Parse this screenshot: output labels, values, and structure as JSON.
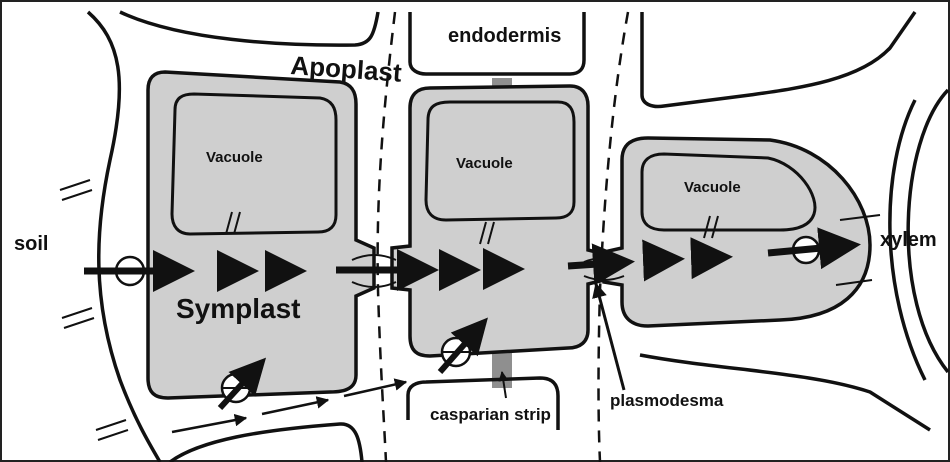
{
  "labels": {
    "endodermis": "endodermis",
    "apoplast": "Apoplast",
    "soil": "soil",
    "xylem": "xylem",
    "symplast": "Symplast",
    "vacuole_1": "Vacuole",
    "vacuole_2": "Vacuole",
    "vacuole_3": "Vacuole",
    "casparian_strip": "casparian strip",
    "plasmodesma": "plasmodesma"
  },
  "colors": {
    "cytoplasm": "#cfcfcf",
    "casparian_strip": "#8f8f8f",
    "ink": "#111111"
  }
}
